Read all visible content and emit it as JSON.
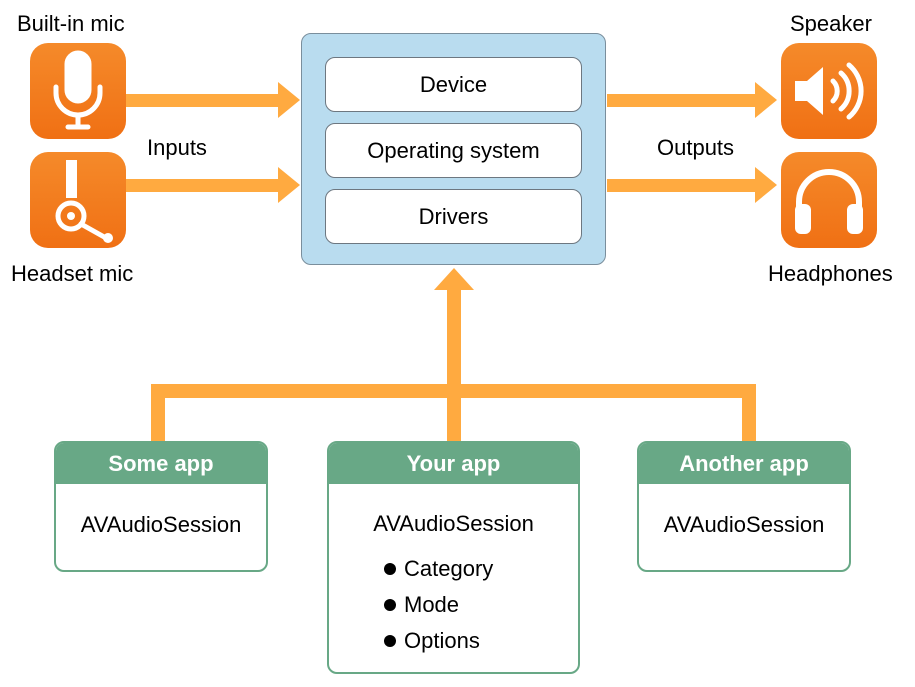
{
  "inputs": {
    "heading": "Inputs",
    "devices": [
      {
        "label": "Built-in mic",
        "icon": "microphone-icon"
      },
      {
        "label": "Headset mic",
        "icon": "headset-mic-icon"
      }
    ]
  },
  "outputs": {
    "heading": "Outputs",
    "devices": [
      {
        "label": "Speaker",
        "icon": "speaker-icon"
      },
      {
        "label": "Headphones",
        "icon": "headphones-icon"
      }
    ]
  },
  "system_stack": {
    "layers": [
      "Device",
      "Operating system",
      "Drivers"
    ]
  },
  "apps": [
    {
      "name": "Some app",
      "session": "AVAudioSession"
    },
    {
      "name": "Your app",
      "session": "AVAudioSession",
      "config": [
        "Category",
        "Mode",
        "Options"
      ]
    },
    {
      "name": "Another app",
      "session": "AVAudioSession"
    }
  ],
  "colors": {
    "arrow": "#ffaa40",
    "device_tile": "#f07a1c",
    "system_fill": "#b9dcef",
    "app_header": "#68a886"
  }
}
